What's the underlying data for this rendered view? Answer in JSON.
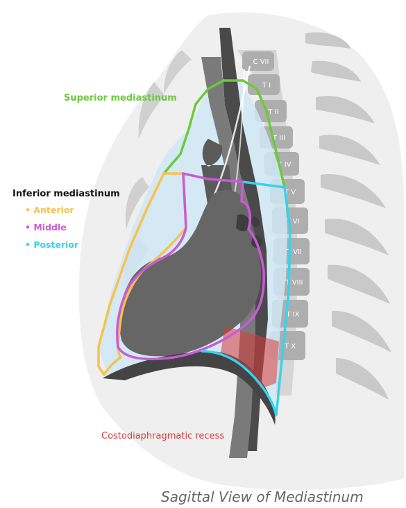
{
  "colors": {
    "superior": "#6cc93d",
    "anterior": "#f7c24c",
    "middle": "#c95ad8",
    "posterior": "#36d3ee",
    "recess": "#d83a3a",
    "heading": "#111111"
  },
  "labels": {
    "superior": "Superior mediastinum",
    "inferior_heading": "Inferior mediastinum",
    "anterior": "• Anterior",
    "middle": "• Middle",
    "posterior": "• Posterior",
    "recess": "Costodiaphragmatic recess",
    "caption": "Sagittal View of Mediastinum"
  },
  "vertebrae": [
    "C VII",
    "T I",
    "T II",
    "T III",
    "T IV",
    "T V",
    "T VI",
    "T VII",
    "T VIII",
    "T IX",
    "T X"
  ]
}
